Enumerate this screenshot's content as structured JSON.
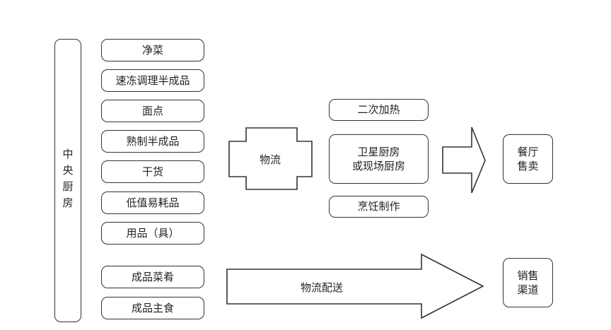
{
  "central_kitchen": {
    "label": "中央厨房"
  },
  "products": [
    {
      "label": "净菜"
    },
    {
      "label": "速冻调理半成品"
    },
    {
      "label": "面点"
    },
    {
      "label": "熟制半成品"
    },
    {
      "label": "干货"
    },
    {
      "label": "低值易耗品"
    },
    {
      "label": "用品（具）"
    },
    {
      "label": "成品菜肴"
    },
    {
      "label": "成品主食"
    }
  ],
  "logistics_label": "物流",
  "processing": {
    "reheat": "二次加热",
    "satellite_line1": "卫星厨房",
    "satellite_line2": "或现场厨房",
    "cooking": "烹饪制作"
  },
  "restaurant_sales": {
    "line1": "餐厅",
    "line2": "售卖"
  },
  "distribution_label": "物流配送",
  "sales_channel": {
    "line1": "销售",
    "line2": "渠道"
  }
}
